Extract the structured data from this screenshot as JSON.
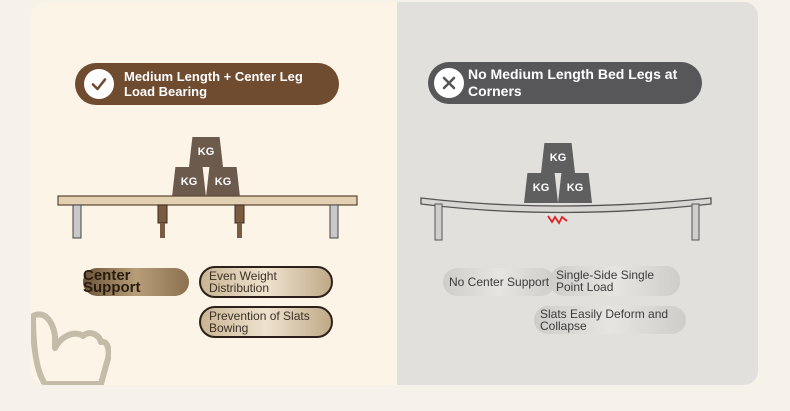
{
  "left": {
    "title": "Medium Length + Center Leg Load Bearing",
    "weights": [
      "KG",
      "KG",
      "KG"
    ],
    "labels": {
      "center_support": "Center Support",
      "even_weight": "Even Weight Distribution",
      "prevention": "Prevention of Slats Bowing"
    }
  },
  "right": {
    "title": "No Medium Length Bed Legs at Corners",
    "weights": [
      "KG",
      "KG",
      "KG"
    ],
    "labels": {
      "no_center": "No Center Support",
      "single_side": "Single-Side Single Point Load",
      "deform": "Slats Easily Deform and Collapse"
    }
  },
  "colors": {
    "good_accent": "#6f4b2f",
    "bad_accent": "#57575a",
    "warning": "#e02020"
  },
  "icons": [
    "check-icon",
    "close-icon",
    "crack-icon",
    "hand-pointer-icon"
  ]
}
